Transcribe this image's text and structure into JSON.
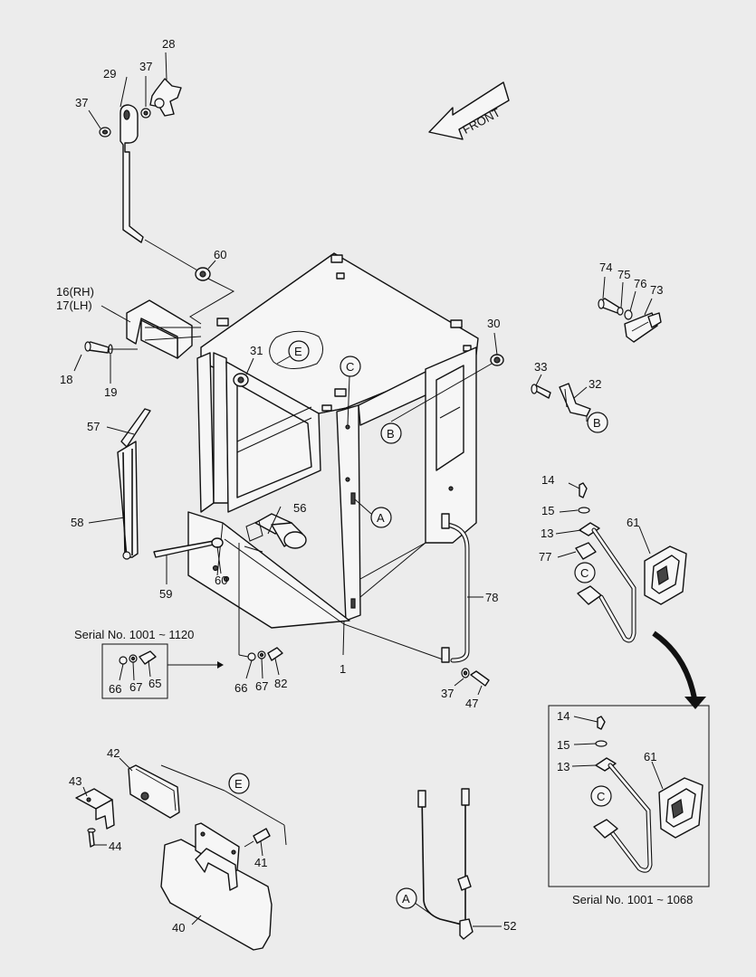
{
  "front_label": "FRONT",
  "callouts": {
    "c28": "28",
    "c29": "29",
    "c37a": "37",
    "c37b": "37",
    "c60a": "60",
    "c16": "16(RH)",
    "c17": "17(LH)",
    "c18": "18",
    "c19": "19",
    "c31": "31",
    "c30": "30",
    "c74": "74",
    "c75": "75",
    "c76": "76",
    "c73": "73",
    "c33": "33",
    "c32": "32",
    "c57": "57",
    "c58": "58",
    "c56": "56",
    "c59": "59",
    "c60b": "60",
    "c14a": "14",
    "c15a": "15",
    "c13a": "13",
    "c77": "77",
    "c61a": "61",
    "c78": "78",
    "c1": "1",
    "c66a": "66",
    "c67a": "67",
    "c65": "65",
    "c66b": "66",
    "c67b": "67",
    "c82": "82",
    "c37c": "37",
    "c47": "47",
    "c14b": "14",
    "c15b": "15",
    "c13b": "13",
    "c61b": "61",
    "c42": "42",
    "c43": "43",
    "c44": "44",
    "c41": "41",
    "c40": "40",
    "c52": "52"
  },
  "markers": {
    "E1": "E",
    "C1": "C",
    "B1": "B",
    "B2": "B",
    "A1": "A",
    "C2": "C",
    "C3": "C",
    "E2": "E",
    "A2": "A"
  },
  "serial_notes": {
    "left": "Serial No. 1001 ~ 1120",
    "right": "Serial No. 1001 ~ 1068"
  }
}
